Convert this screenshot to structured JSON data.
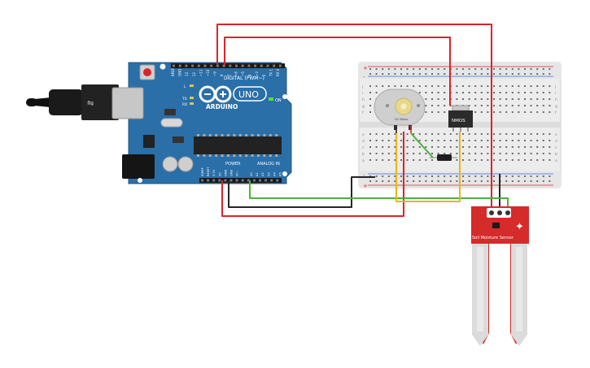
{
  "arduino": {
    "brand": "ARDUINO",
    "model": "UNO",
    "digital_label": "DIGITAL (PWM~)",
    "power_label": "POWER",
    "analog_label": "ANALOG IN",
    "on_label": "ON",
    "led_l": "L",
    "led_tx": "TX",
    "led_rx": "RX",
    "digital_pins": [
      "AREF",
      "GND",
      "13",
      "12",
      "~11",
      "~10",
      "~9",
      "8",
      "7",
      "~6",
      "~5",
      "4",
      "~3",
      "2",
      "TX 1",
      "RX 0"
    ],
    "power_pins": [
      "IOREF",
      "RESET",
      "3.3V",
      "5V",
      "GND",
      "GND",
      "Vin"
    ],
    "analog_pins": [
      "A0",
      "A1",
      "A2",
      "A3",
      "A4",
      "A5"
    ]
  },
  "motor": {
    "label": "DC Motor"
  },
  "mosfet": {
    "label": "NMOS"
  },
  "sensor": {
    "label": "Soil Moisture Sensor"
  },
  "breadboard": {
    "row_letters_top": [
      "j",
      "i",
      "h",
      "g",
      "f"
    ],
    "row_letters_bottom": [
      "e",
      "d",
      "c",
      "b",
      "a"
    ]
  },
  "colors": {
    "board": "#2a6fa8",
    "board_edge": "#1d5685",
    "wire_red": "#d9242b",
    "wire_black": "#262626",
    "wire_green": "#4cb23d",
    "wire_yellow": "#e8b51c",
    "sensor_board": "#d52b2b",
    "breadboard": "#ececec"
  }
}
